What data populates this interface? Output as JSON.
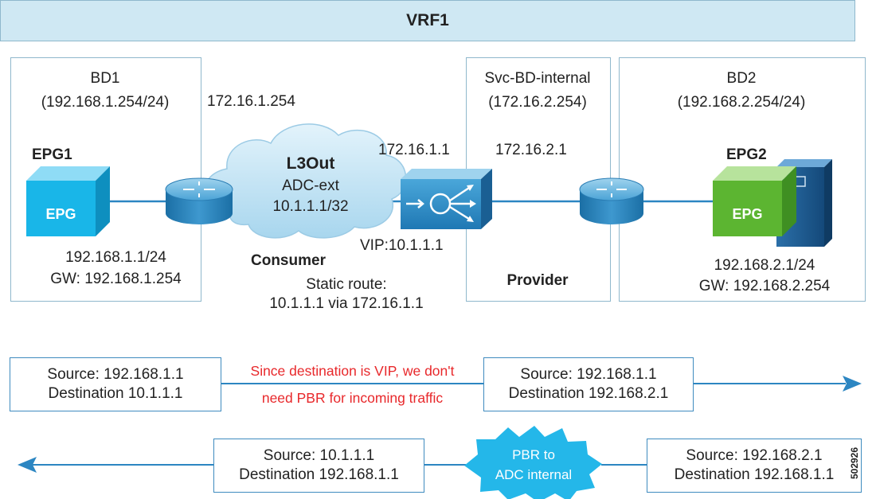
{
  "vrf": {
    "title": "VRF1"
  },
  "bd1": {
    "name": "BD1",
    "subnet": "(192.168.1.254/24)"
  },
  "l3out_ip": "172.16.1.254",
  "svc_bd": {
    "name": "Svc-BD-internal",
    "subnet": "(172.16.2.254)"
  },
  "bd2": {
    "name": "BD2",
    "subnet": "(192.168.2.254/24)"
  },
  "epg1": {
    "title": "EPG1",
    "cube_label": "EPG",
    "ip": "192.168.1.1/24",
    "gw": "GW: 192.168.1.254"
  },
  "epg2": {
    "title": "EPG2",
    "cube_label": "EPG",
    "ip": "192.168.2.1/24",
    "gw": "GW: 192.168.2.254"
  },
  "cloud": {
    "title": "L3Out",
    "line1": "ADC-ext",
    "line2": "10.1.1.1/32"
  },
  "adc": {
    "ext_ip": "172.16.1.1",
    "int_ip": "172.16.2.1",
    "vip": "VIP:10.1.1.1"
  },
  "labels": {
    "consumer": "Consumer",
    "provider": "Provider",
    "static_route_1": "Static route:",
    "static_route_2": "10.1.1.1 via 172.16.1.1"
  },
  "flow_in": {
    "box1": {
      "line1": "Source: 192.168.1.1",
      "line2": "Destination 10.1.1.1"
    },
    "note1": "Since destination is VIP, we don't",
    "note2": "need PBR for incoming traffic",
    "box2": {
      "line1": "Source: 192.168.1.1",
      "line2": "Destination 192.168.2.1"
    }
  },
  "flow_out": {
    "box3": {
      "line1": "Source: 10.1.1.1",
      "line2": "Destination 192.168.1.1"
    },
    "burst1": "PBR to",
    "burst2": "ADC internal",
    "box4": {
      "line1": "Source: 192.168.2.1",
      "line2": "Destination 192.168.1.1"
    }
  },
  "figure_id": "502926",
  "colors": {
    "vrf_bg": "#cfe8f3",
    "line": "#2c86c2",
    "epg1": "#19b6e8",
    "epg2": "#5cb531",
    "note_red": "#e8282b"
  }
}
